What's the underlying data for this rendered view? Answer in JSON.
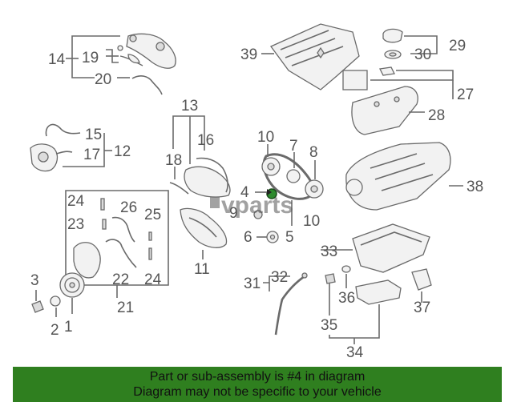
{
  "callouts": [
    "1",
    "2",
    "3",
    "4",
    "5",
    "6",
    "7",
    "8",
    "9",
    "10",
    "10",
    "11",
    "12",
    "13",
    "14",
    "15",
    "16",
    "17",
    "18",
    "19",
    "20",
    "21",
    "22",
    "23",
    "24",
    "24",
    "25",
    "26",
    "27",
    "28",
    "29",
    "30",
    "31",
    "32",
    "33",
    "34",
    "35",
    "36",
    "37",
    "38",
    "39"
  ],
  "watermark": "vparts",
  "banner": {
    "line1": "Part or sub-assembly is #4 in diagram",
    "line2": "Diagram may not be specific to your vehicle"
  },
  "colors": {
    "banner_bg": "#2f7f1f",
    "highlight": "#2e8b2e",
    "line": "#6a6a6a",
    "label": "#555555"
  }
}
